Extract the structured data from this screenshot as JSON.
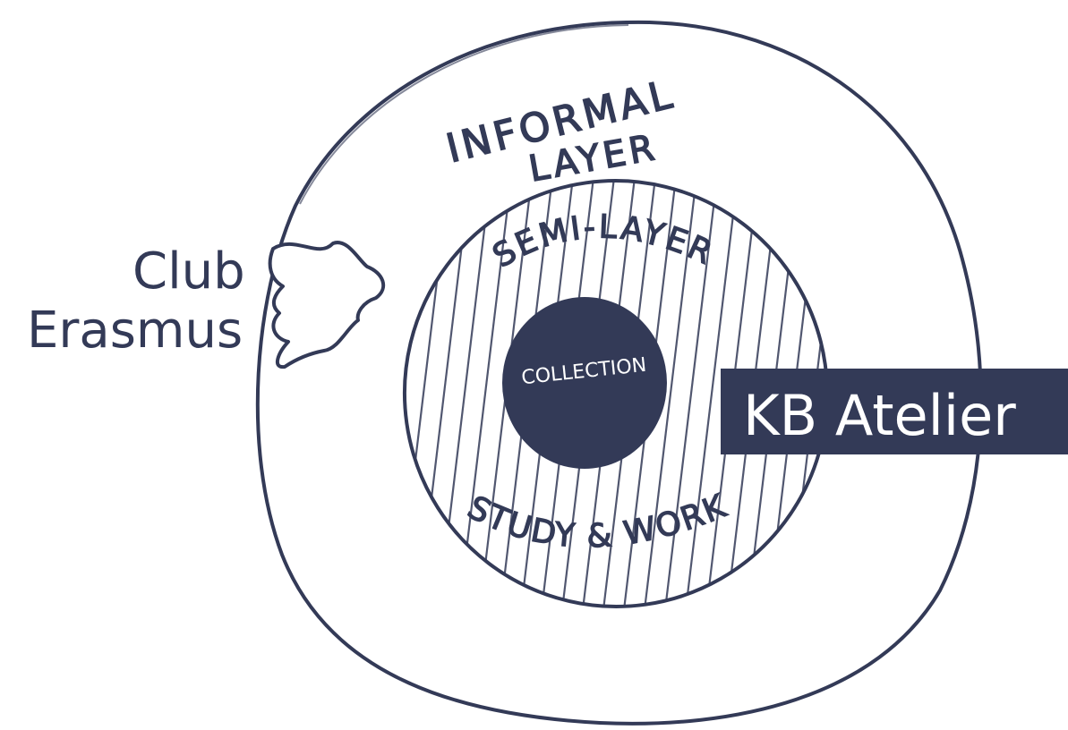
{
  "colors": {
    "ink": "#333a57",
    "paper": "#ffffff"
  },
  "layers": {
    "outer": {
      "line1": "INFORMAL",
      "line2": "LAYER"
    },
    "middle": {
      "top_label": "SEMI-LAYER",
      "bottom_label": "STUDY & WORK"
    },
    "core": {
      "label": "COLLECTION"
    }
  },
  "left_callout": {
    "line1": "Club",
    "line2": "Erasmus"
  },
  "right_tag": {
    "label": "KB Atelier"
  }
}
